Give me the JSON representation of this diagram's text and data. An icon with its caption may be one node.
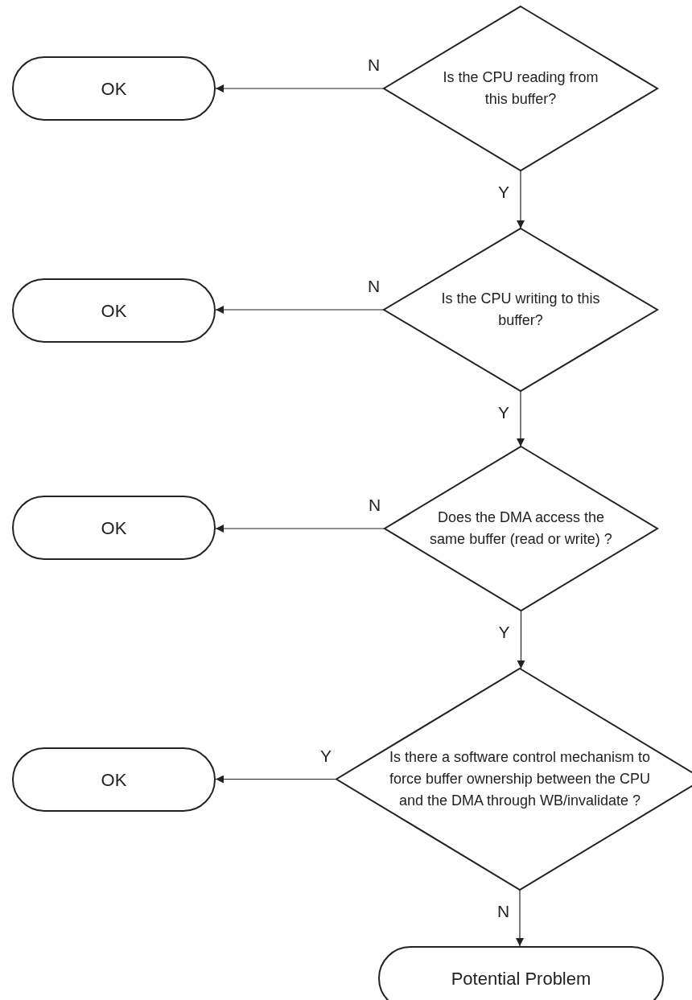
{
  "diagram": {
    "nodes": [
      {
        "text": [
          "Is the CPU reading from this buffer?"
        ]
      },
      {
        "text": [
          "OK"
        ]
      },
      {
        "text": [
          "Is the CPU writing to this buffer?"
        ]
      },
      {
        "text": [
          "OK"
        ]
      },
      {
        "text": [
          "Does the DMA access the same buffer (read or write) ?"
        ]
      },
      {
        "text": [
          "OK"
        ]
      },
      {
        "text": [
          "Is there a software control mechanism to force buffer ownership between the CPU and the DMA through WB/invalidate ?"
        ]
      },
      {
        "text": [
          "OK"
        ]
      },
      {
        "text": [
          "Potential Problem"
        ]
      }
    ],
    "edges": [
      {
        "from": 0,
        "to": 1,
        "arrow": "to",
        "label": "N"
      },
      {
        "from": 0,
        "to": 2,
        "arrow": "to",
        "label": "Y"
      },
      {
        "from": 2,
        "to": 3,
        "arrow": "to",
        "label": "N"
      },
      {
        "from": 2,
        "to": 4,
        "arrow": "to",
        "label": "Y"
      },
      {
        "from": 4,
        "to": 5,
        "arrow": "to",
        "label": "N"
      },
      {
        "from": 4,
        "to": 6,
        "arrow": "to",
        "label": "Y"
      },
      {
        "from": 6,
        "to": 7,
        "arrow": "to",
        "label": "Y"
      },
      {
        "from": 6,
        "to": 8,
        "arrow": "to",
        "label": "N"
      }
    ]
  }
}
